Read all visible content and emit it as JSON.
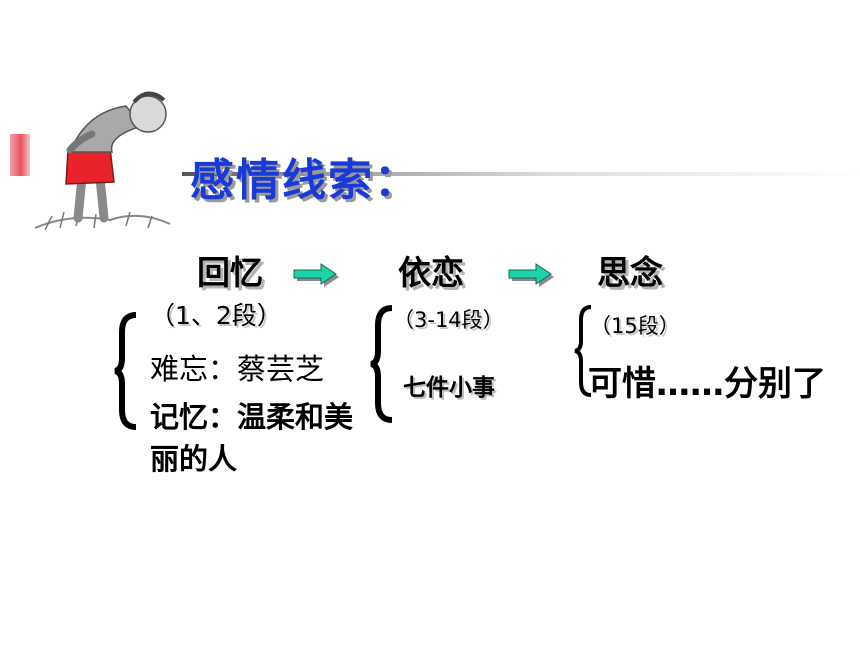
{
  "slide": {
    "title": "感情线索：",
    "accent_color": "#1a3ad8",
    "arrow_color": "#1fd3a8",
    "stages": [
      {
        "heading": "回忆",
        "range": "（1、2段）",
        "details": [
          "难忘：蔡芸芝",
          "记忆：温柔和美丽的人"
        ]
      },
      {
        "heading": "依恋",
        "range": "（3-14段）",
        "details": [
          "七件小事"
        ]
      },
      {
        "heading": "思念",
        "range": "（15段）",
        "details": [
          "可惜……分别了"
        ]
      }
    ]
  }
}
